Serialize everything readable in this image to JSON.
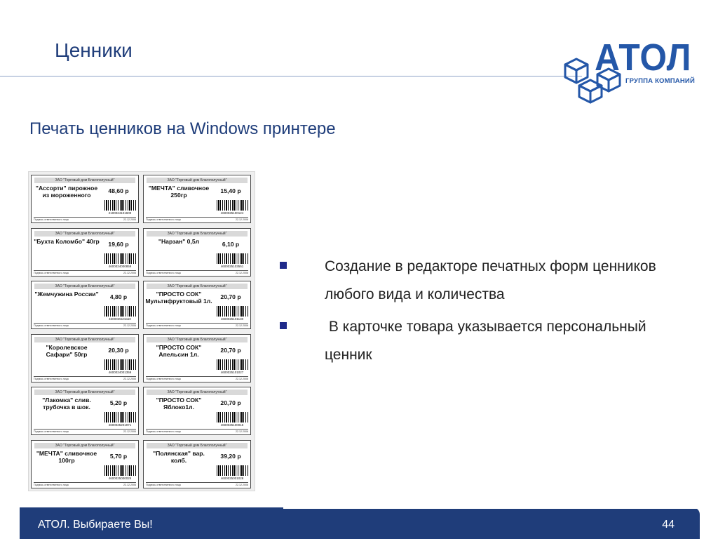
{
  "header": {
    "title": "Ценники"
  },
  "logo": {
    "name": "АТОЛ",
    "tagline": "ГРУППА КОМПАНИЙ",
    "icon": "cubes-logo-icon",
    "color": "#2457a8"
  },
  "subtitle": "Печать ценников на Windows принтере",
  "price_tags": {
    "company": "ЗАО \"Торговый дом Благополучный\"",
    "sign_label": "Подпись ответственного лица",
    "date": "22.12.2006",
    "items": [
      {
        "name": "\"Ассорти\" пирожное из мороженного",
        "price": "48,60 р",
        "code": "2100024101609"
      },
      {
        "name": "\"МЕЧТА\" сливочное 250гр",
        "price": "15,40 р",
        "code": "4600025100124"
      },
      {
        "name": "\"Бухта Коломбо\" 40гр",
        "price": "19,60 р",
        "code": "4600024000859"
      },
      {
        "name": "\"Нарзан\" 0,5л",
        "price": "6,10 р",
        "code": "4600025103551"
      },
      {
        "name": "\"Жемчужина России\"",
        "price": "4,80 р",
        "code": "4600025101110"
      },
      {
        "name": "\"ПРОСТО СОК\" Мультифруктовый 1л.",
        "price": "20,70 р",
        "code": "4600025101130"
      },
      {
        "name": "\"Королевское Сафари\" 50гр",
        "price": "20,30 р",
        "code": "4600024001359"
      },
      {
        "name": "\"ПРОСТО СОК\" Апельсин 1л.",
        "price": "20,70 р",
        "code": "4600025101027"
      },
      {
        "name": "\"Лакомка\" слив. трубочка в шок.",
        "price": "5,20 р",
        "code": "4600025201971"
      },
      {
        "name": "\"ПРОСТО СОК\" Яблоко1л.",
        "price": "20,70 р",
        "code": "4600025100015"
      },
      {
        "name": "\"МЕЧТА\" сливочное 100гр",
        "price": "5,70 р",
        "code": "4600025000025"
      },
      {
        "name": "\"Полянская\" вар. колб.",
        "price": "39,20 р",
        "code": "4600025001028"
      }
    ]
  },
  "bullets": [
    {
      "text": "Создание в редакторе печатных форм ценников любого вида и количества"
    },
    {
      "text": " В карточке товара указывается персональный ценник"
    }
  ],
  "footer": {
    "slogan": "АТОЛ. Выбираете Вы!",
    "page": "44"
  },
  "colors": {
    "title": "#1f3d7a",
    "bullet": "#1f2a8a",
    "footer_bg": "#1f3d7a"
  }
}
